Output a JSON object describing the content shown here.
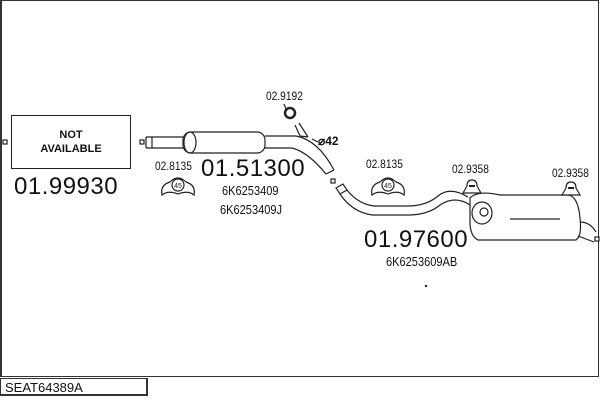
{
  "parts": {
    "front_pipe": {
      "number": "01.99930",
      "status": "NOT AVAILABLE",
      "status_lines": [
        "NOT",
        "AVAILABLE"
      ]
    },
    "middle_silencer": {
      "number": "01.51300",
      "oe_refs": [
        "6K6253409",
        "6K6253409J"
      ],
      "diameter": "⌀42"
    },
    "rear_silencer": {
      "number": "01.97600",
      "oe_refs": [
        "6K6253609AB"
      ]
    },
    "accessories": [
      {
        "number": "02.8135",
        "mark": "45"
      },
      {
        "number": "02.9192"
      },
      {
        "number": "02.8135",
        "mark": "45"
      },
      {
        "number": "02.9358"
      },
      {
        "number": "02.9358"
      }
    ]
  },
  "diagram_code": "SEAT64389A"
}
